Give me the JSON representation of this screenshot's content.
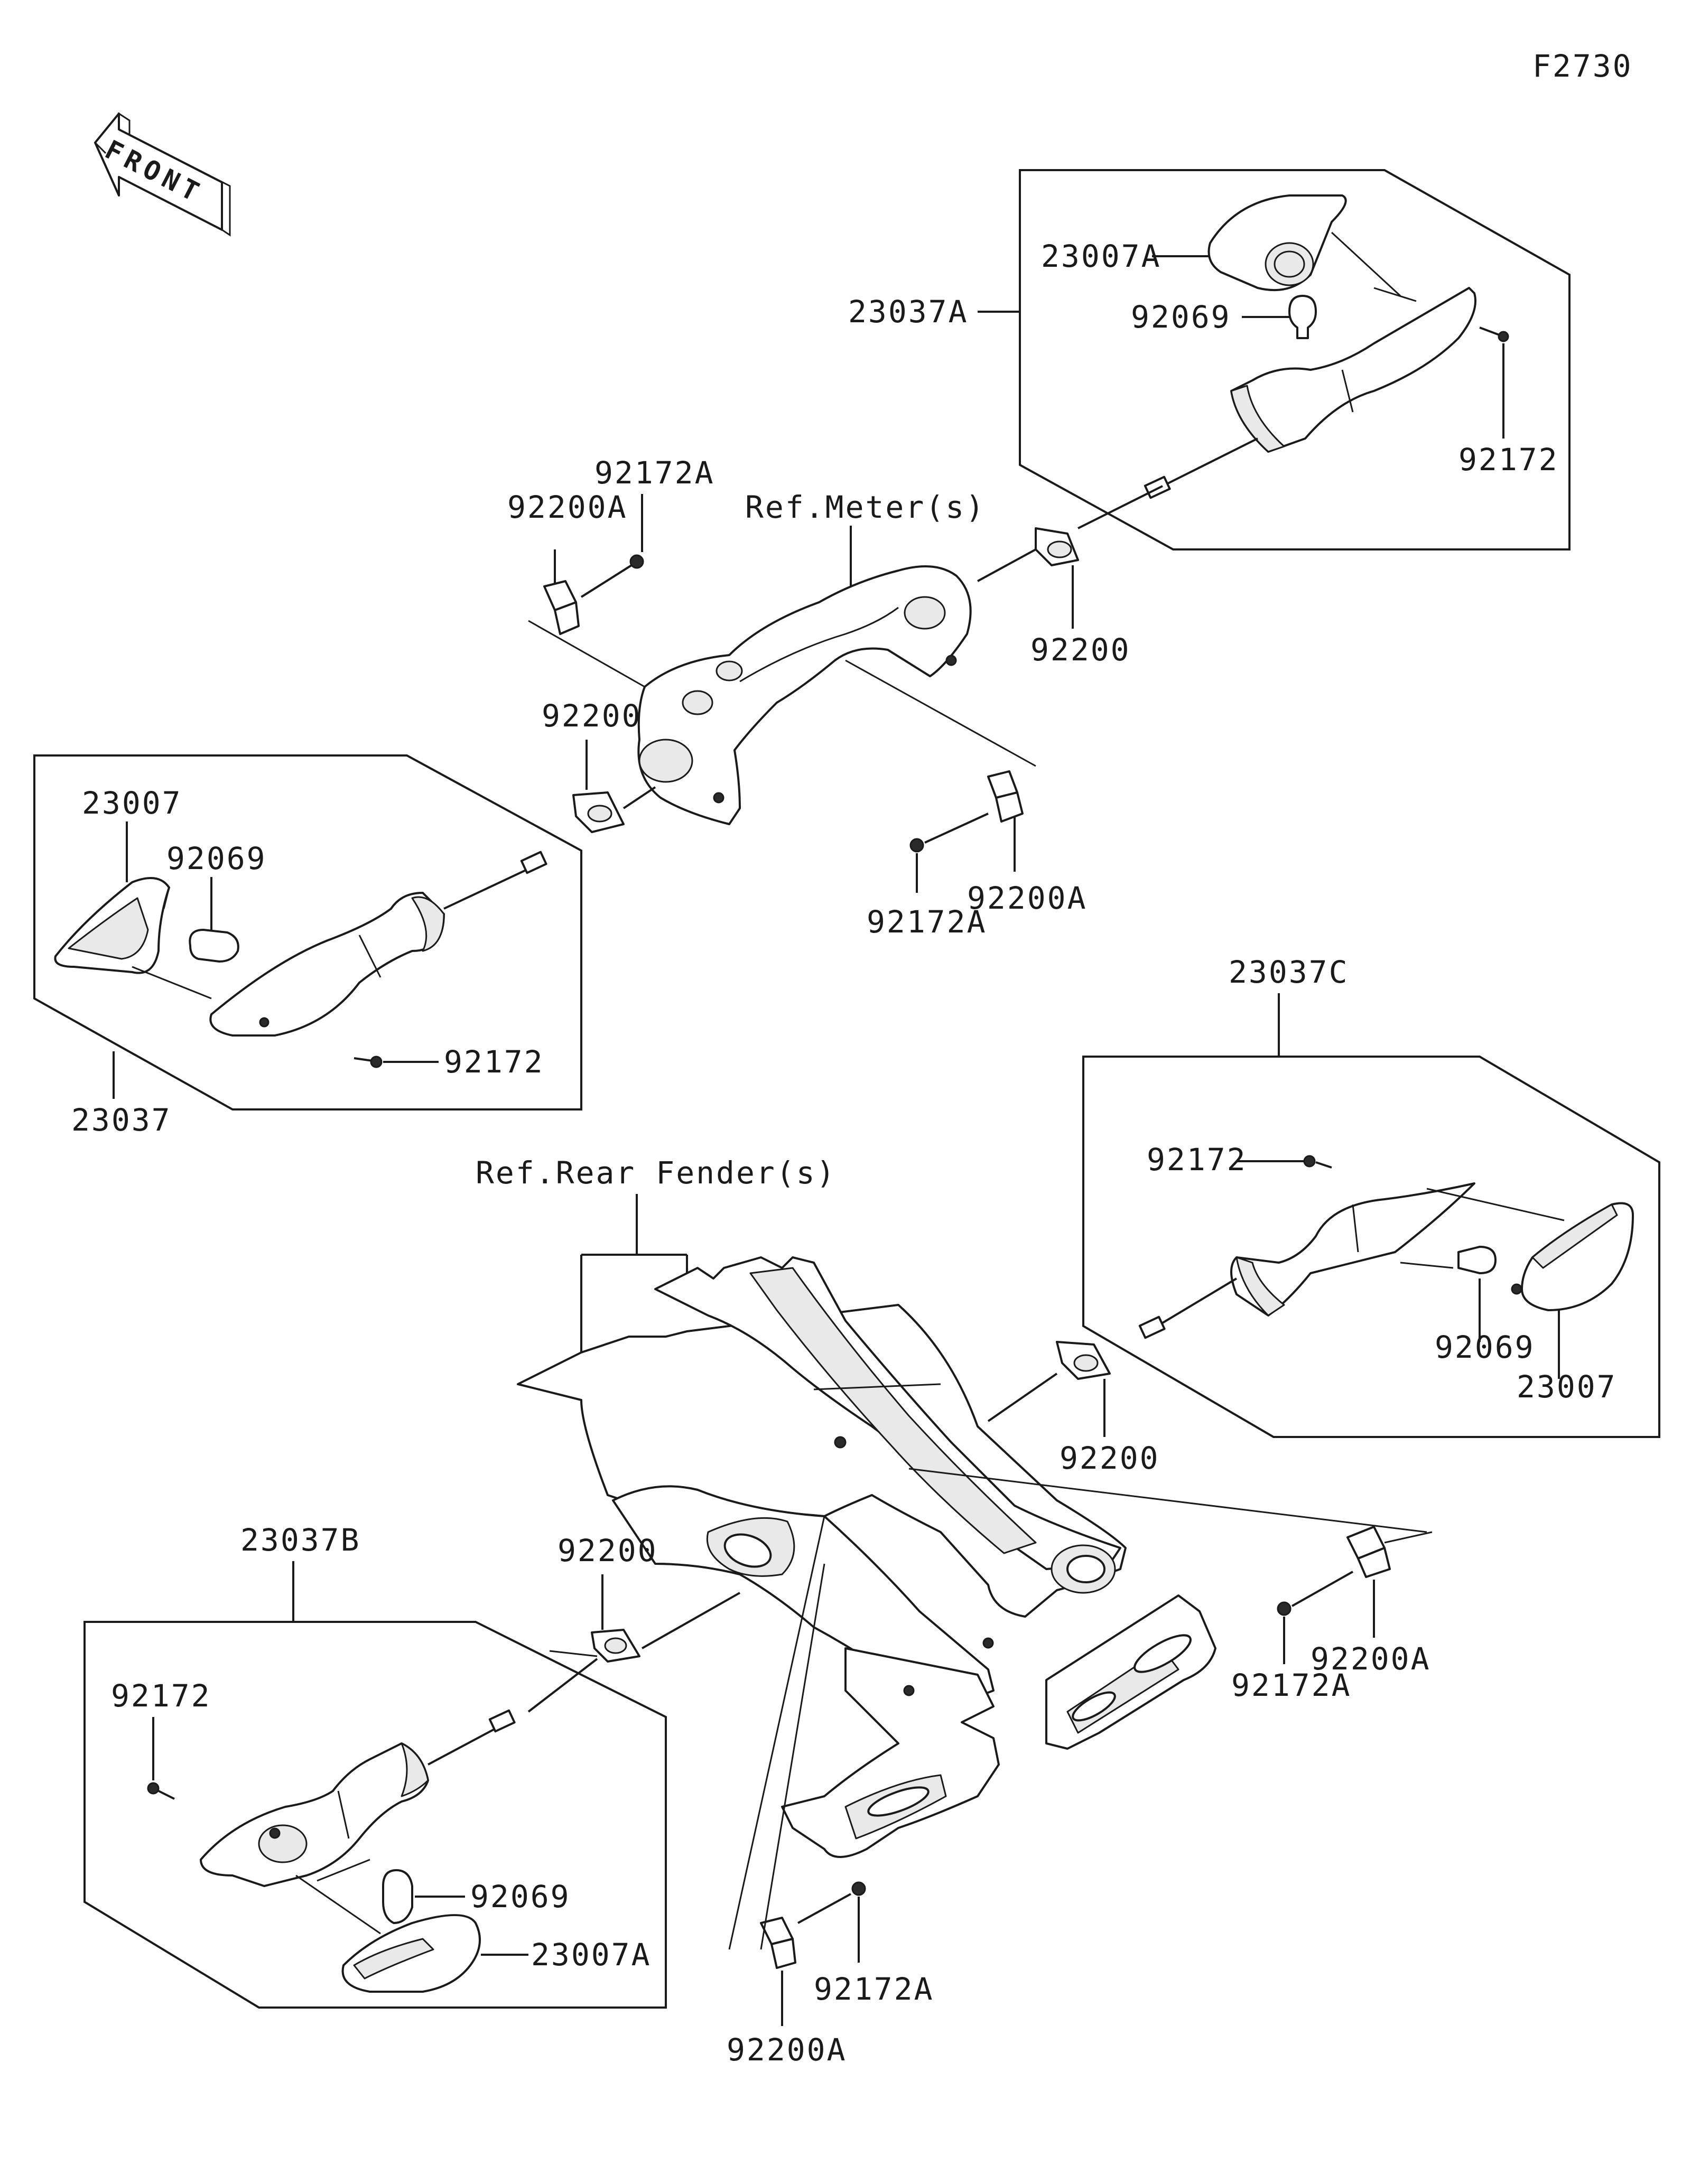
{
  "figure_code": "F2730",
  "front_label": "FRONT",
  "labels": {
    "ref_meter": "Ref.Meter(s)",
    "ref_rear_fender": "Ref.Rear Fender(s)",
    "a_23037A": "23037A",
    "a_23007A": "23007A",
    "a_92069": "92069",
    "a_92172": "92172",
    "m_92172A_top": "92172A",
    "m_92200A_top": "92200A",
    "m_92200_right": "92200",
    "m_92200_left": "92200",
    "m_92172A_bottom": "92172A",
    "m_92200A_bottom": "92200A",
    "b_23007": "23007",
    "b_92069": "92069",
    "b_92172": "92172",
    "b_23037": "23037",
    "c_23037C": "23037C",
    "c_92172": "92172",
    "c_92069": "92069",
    "c_23007": "23007",
    "r_92200_right": "92200",
    "r_92200A_right": "92200A",
    "r_92172A_right": "92172A",
    "d_23037B": "23037B",
    "d_92200": "92200",
    "d_92172": "92172",
    "d_92069": "92069",
    "d_23007A": "23007A",
    "r_92172A_bottom": "92172A",
    "r_92200A_bottom": "92200A"
  }
}
